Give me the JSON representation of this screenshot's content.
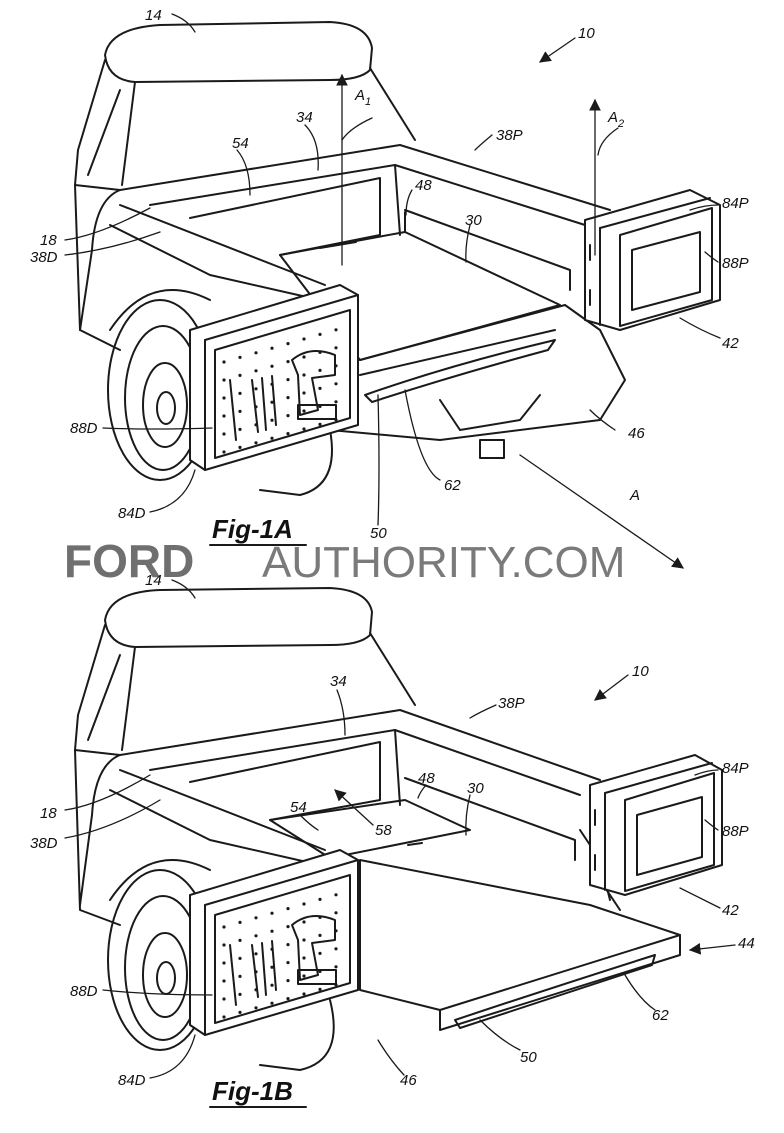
{
  "watermark": {
    "brand": "FORD",
    "rest": "AUTHORITY.COM"
  },
  "fig1a": {
    "caption": "Fig-1A",
    "labels": {
      "ref10": "10",
      "ref14": "14",
      "ref18": "18",
      "ref30": "30",
      "ref34": "34",
      "ref38d": "38D",
      "ref38p": "38P",
      "ref42": "42",
      "ref46": "46",
      "ref48": "48",
      "ref50": "50",
      "ref54": "54",
      "ref62": "62",
      "ref84d": "84D",
      "ref84p": "84P",
      "ref88d": "88D",
      "ref88p": "88P",
      "axisA": "A",
      "axisA1": "A",
      "axisA1sub": "1",
      "axisA2": "A",
      "axisA2sub": "2"
    }
  },
  "fig1b": {
    "caption": "Fig-1B",
    "labels": {
      "ref10": "10",
      "ref14": "14",
      "ref18": "18",
      "ref30": "30",
      "ref34": "34",
      "ref38d": "38D",
      "ref38p": "38P",
      "ref42": "42",
      "ref44": "44",
      "ref46": "46",
      "ref48": "48",
      "ref50": "50",
      "ref54": "54",
      "ref58": "58",
      "ref62": "62",
      "ref84d": "84D",
      "ref84p": "84P",
      "ref88d": "88D",
      "ref88p": "88P"
    }
  }
}
